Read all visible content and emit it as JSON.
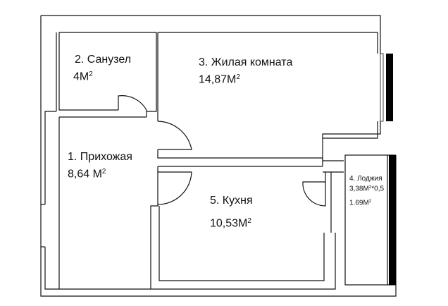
{
  "rooms": {
    "bathroom": {
      "name": "2. Санузел",
      "area": "4М",
      "unit_sup": "2"
    },
    "living": {
      "name": "3. Жилая комната",
      "area": "14,87М",
      "unit_sup": "2"
    },
    "hallway": {
      "name": "1. Прихожая",
      "area": "8,64 М",
      "unit_sup": "2"
    },
    "kitchen": {
      "name": "5. Кухня",
      "area": "10,53М",
      "unit_sup": "2"
    },
    "loggia": {
      "name": "4. Лоджия",
      "area": "3,38М",
      "unit_sup": "2",
      "coef": "*0,5",
      "reduced": "1.69М",
      "reduced_sup": "2"
    }
  },
  "colors": {
    "wall": "#111111",
    "window": "#000000",
    "background": "#ffffff"
  }
}
